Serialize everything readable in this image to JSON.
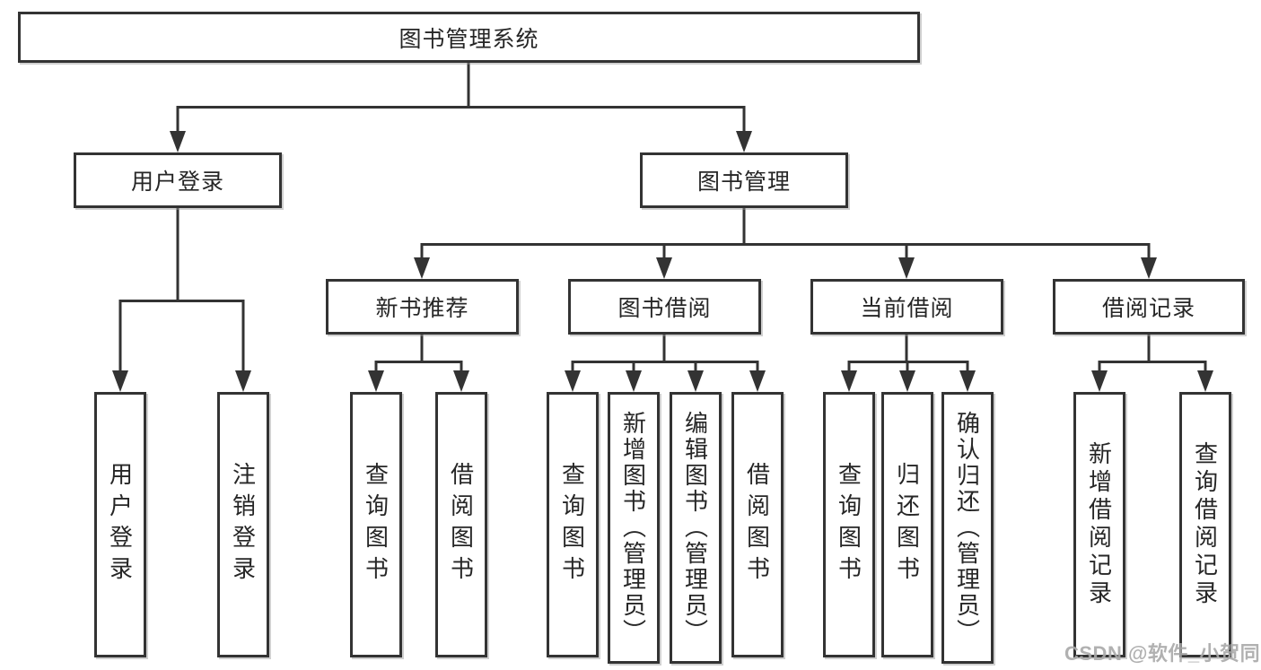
{
  "diagram": {
    "root": {
      "label": "图书管理系统"
    },
    "branches": {
      "user": {
        "label": "用户登录",
        "leaves": [
          {
            "label": "用户登录"
          },
          {
            "label": "注销登录"
          }
        ]
      },
      "book": {
        "label": "图书管理",
        "groups": [
          {
            "label": "新书推荐",
            "leaves": [
              {
                "label": "查询图书"
              },
              {
                "label": "借阅图书"
              }
            ]
          },
          {
            "label": "图书借阅",
            "leaves": [
              {
                "label": "查询图书"
              },
              {
                "label": "新增图书（管理员）"
              },
              {
                "label": "编辑图书（管理员）"
              },
              {
                "label": "借阅图书"
              }
            ]
          },
          {
            "label": "当前借阅",
            "leaves": [
              {
                "label": "查询图书"
              },
              {
                "label": "归还图书"
              },
              {
                "label": "确认归还（管理员）"
              }
            ]
          },
          {
            "label": "借阅记录",
            "leaves": [
              {
                "label": "新增借阅记录"
              },
              {
                "label": "查询借阅记录"
              }
            ]
          }
        ]
      }
    }
  },
  "watermark": {
    "text": "CSDN @软件_小贺同学"
  },
  "colors": {
    "line": "#333333",
    "text": "#262626",
    "background": "#ffffff",
    "watermark": "#a8a8a8"
  }
}
